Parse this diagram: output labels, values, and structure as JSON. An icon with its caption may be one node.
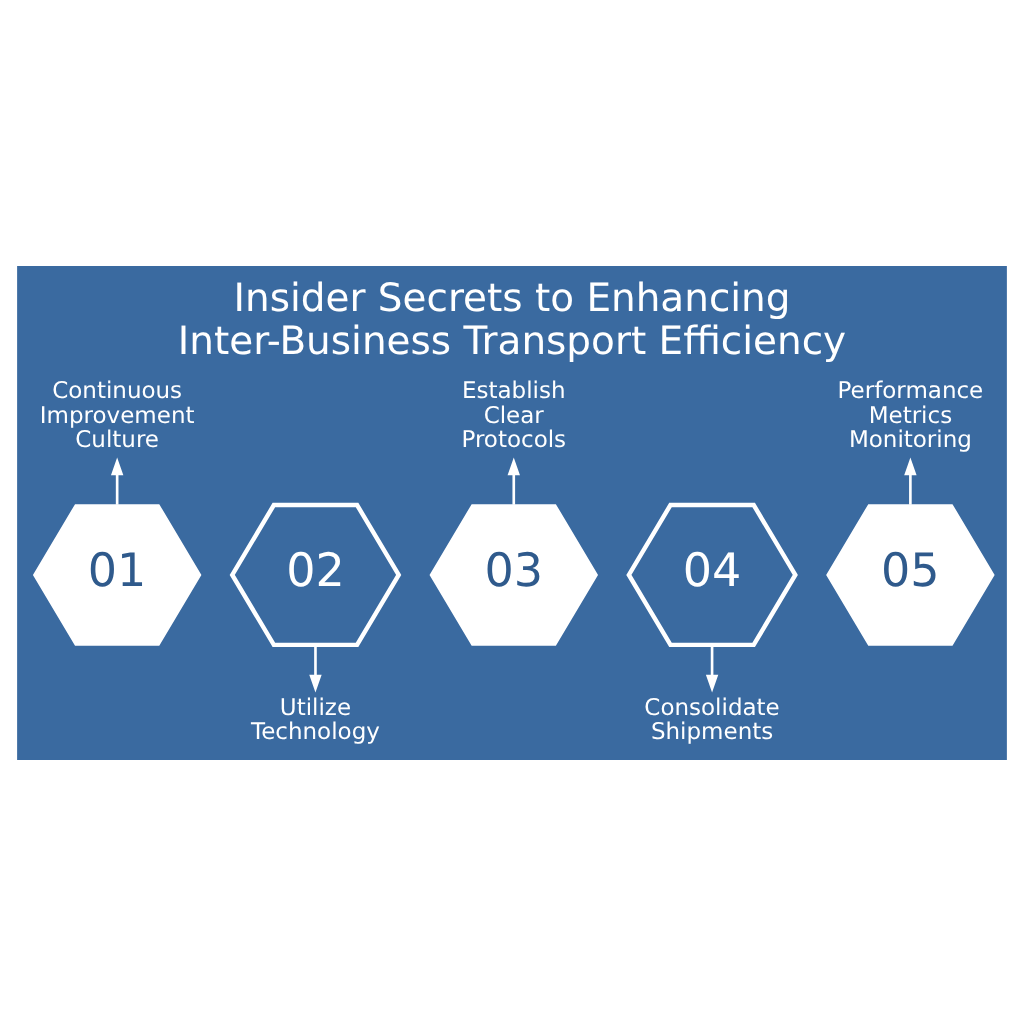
{
  "diagram": {
    "title": "Insider Secrets to Enhancing Inter-Business Transport Efficiency",
    "nodes": [
      {
        "text": [
          "Continuous Improvement Culture"
        ]
      },
      {
        "text": [
          "Establish Clear Protocols"
        ]
      },
      {
        "text": [
          "Performance Metrics Monitoring"
        ]
      },
      {
        "text": [
          "01"
        ]
      },
      {
        "text": [
          "02"
        ]
      },
      {
        "text": [
          "03"
        ]
      },
      {
        "text": [
          "04"
        ]
      },
      {
        "text": [
          "05"
        ]
      },
      {
        "text": [
          "Utilize Technology"
        ]
      },
      {
        "text": [
          "Consolidate Shipments"
        ]
      }
    ],
    "edges": [
      {
        "from": 3,
        "to": 0,
        "arrow": "to"
      },
      {
        "from": 4,
        "to": 8,
        "arrow": "to"
      },
      {
        "from": 5,
        "to": 1,
        "arrow": "to"
      },
      {
        "from": 6,
        "to": 9,
        "arrow": "to"
      },
      {
        "from": 7,
        "to": 2,
        "arrow": "to"
      }
    ]
  }
}
